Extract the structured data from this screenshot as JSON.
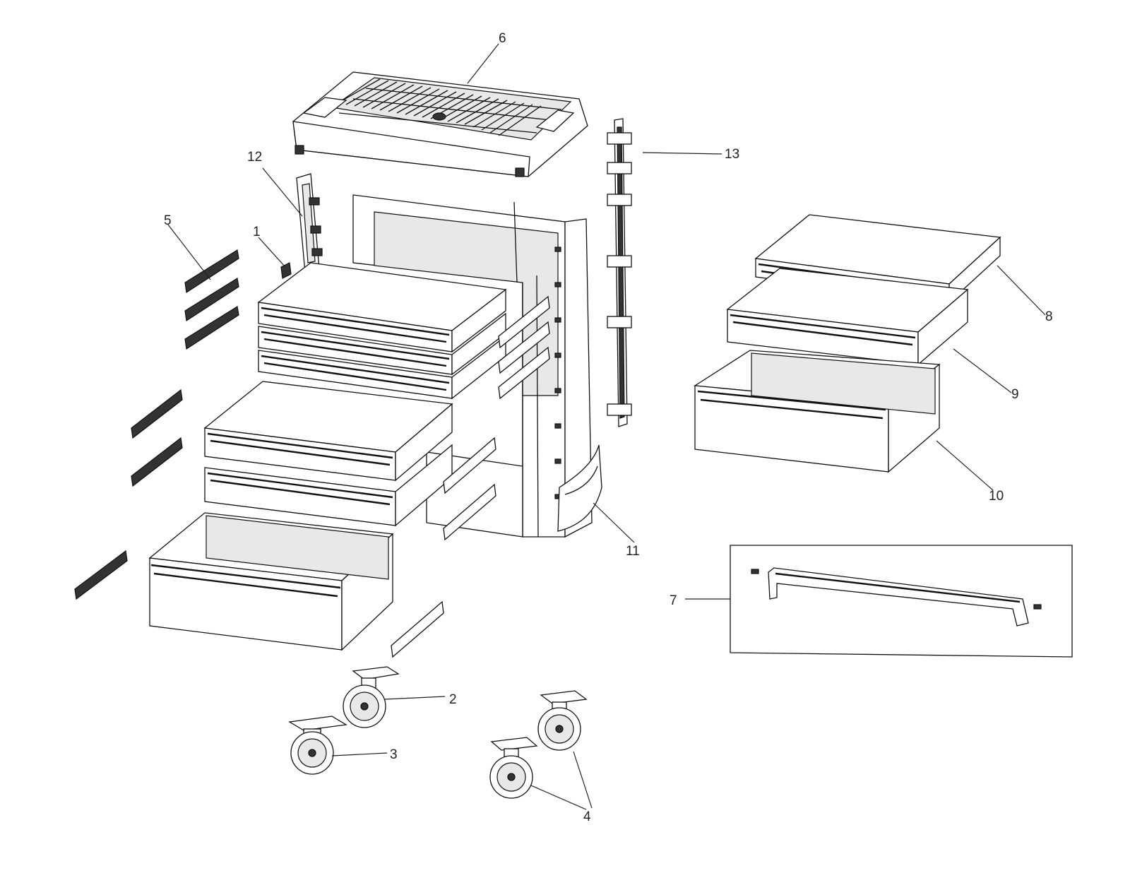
{
  "labels": {
    "l1": "1",
    "l2": "2",
    "l3": "3",
    "l4": "4",
    "l5": "5",
    "l6": "6",
    "l7": "7",
    "l8": "8",
    "l9": "9",
    "l10": "10",
    "l11": "11",
    "l12": "12",
    "l13": "13"
  },
  "colors": {
    "line": "#111111",
    "background": "#ffffff",
    "panel": "#e8e8e8"
  }
}
